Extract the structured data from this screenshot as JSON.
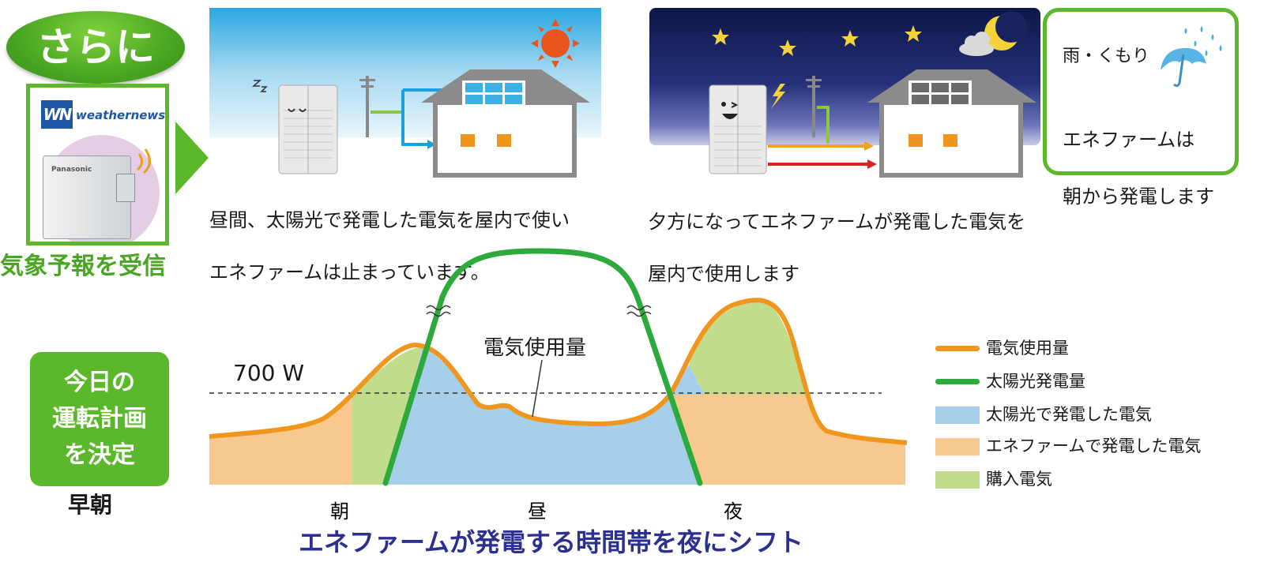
{
  "left_column": {
    "badge": "さらに",
    "logo_mark": "WN",
    "logo_text": "weathernews",
    "unit_brand": "Panasonic",
    "receive_caption": "気象予報を受信",
    "plan_lines": [
      "今日の",
      "運転計画",
      "を決定"
    ],
    "timing": "早朝"
  },
  "day_panel": {
    "caption_lines": [
      "昼間、太陽光で発電した電気を屋内で使い",
      "エネファームは止まっています。"
    ]
  },
  "night_panel": {
    "caption_lines": [
      "夕方になってエネファームが発電した電気を",
      "屋内で使用します"
    ]
  },
  "rain_box": {
    "title": "雨・くもり",
    "body_lines": [
      "エネファームは",
      "朝から発電します"
    ]
  },
  "chart_data": {
    "type": "area",
    "threshold": {
      "label": "700 W",
      "style": "dashed"
    },
    "usage_annotation": "電気使用量",
    "x_labels": [
      "朝",
      "昼",
      "夜"
    ],
    "legend": [
      {
        "label": "電気使用量",
        "kind": "line",
        "color": "#f0961e"
      },
      {
        "label": "太陽光発電量",
        "kind": "line",
        "color": "#2eaa3c"
      },
      {
        "label": "太陽光で発電した電気",
        "kind": "area",
        "color": "#a6cfe9"
      },
      {
        "label": "エネファームで発電した電気",
        "kind": "area",
        "color": "#f7c98f"
      },
      {
        "label": "購入電気",
        "kind": "area",
        "color": "#c1dd8c"
      }
    ]
  },
  "footer": {
    "shift_caption": "エネファームが発電する時間帯を夜にシフト"
  },
  "colors": {
    "green": "#5cb82b",
    "orange": "#f0961e",
    "navy_text": "#2b2f8f"
  }
}
